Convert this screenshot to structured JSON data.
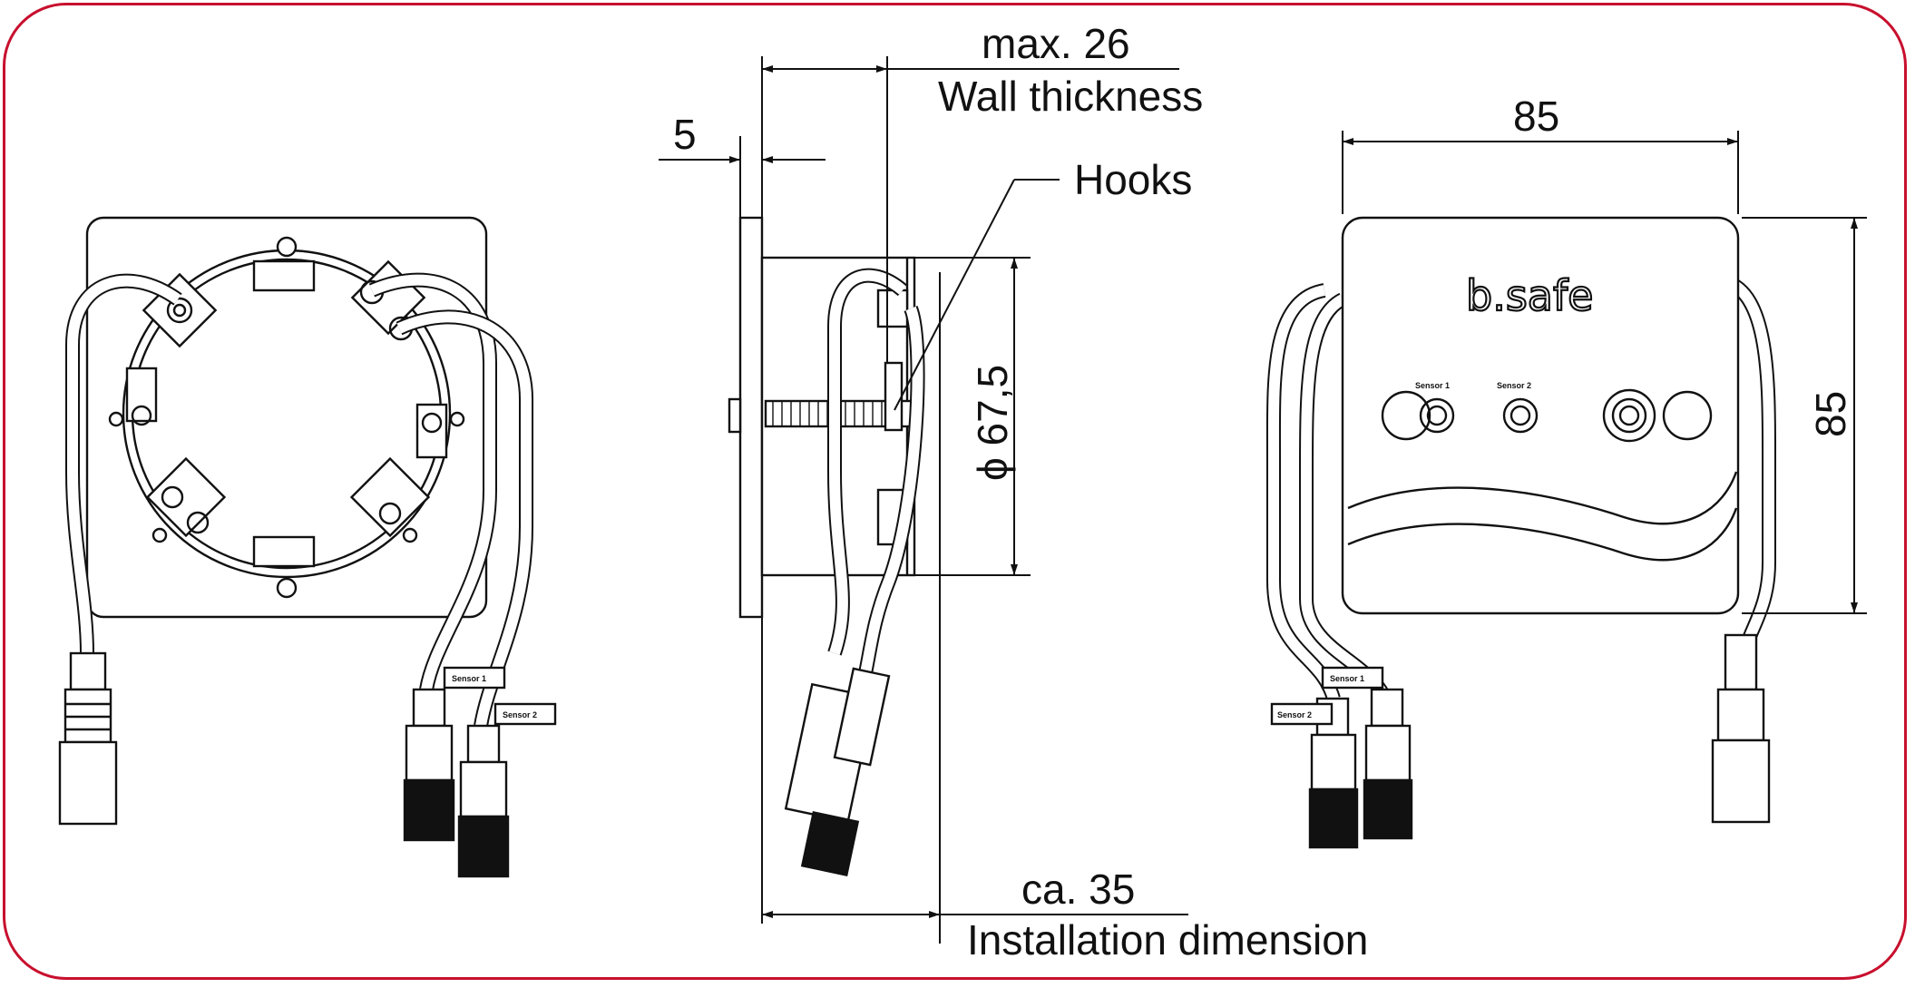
{
  "colors": {
    "frame": "#c8102e",
    "line": "#111111",
    "background": "#ffffff"
  },
  "labels": {
    "wall_max": "max. 26",
    "wall_caption": "Wall thickness",
    "flange": "5",
    "hooks": "Hooks",
    "diameter": "ϕ 67,5",
    "width": "85",
    "height": "85",
    "depth": "ca. 35",
    "depth_caption": "Installation dimension",
    "brand": "b.safe",
    "sensor1": "Sensor 1",
    "sensor2": "Sensor 2"
  }
}
